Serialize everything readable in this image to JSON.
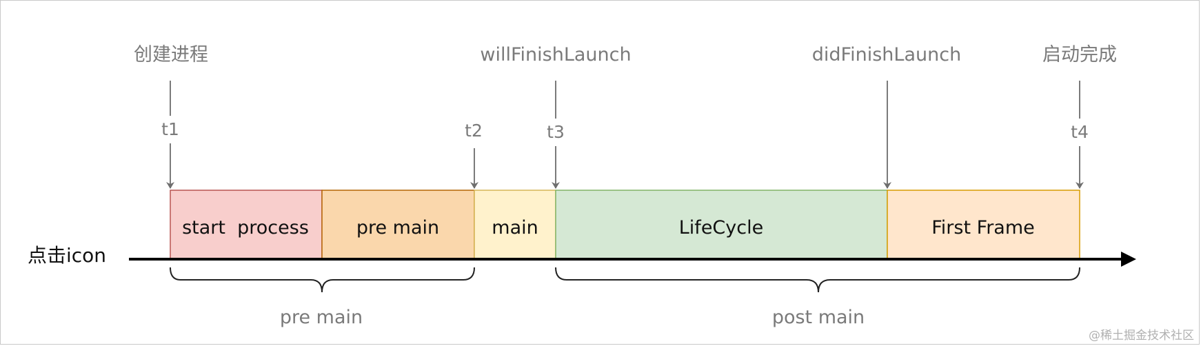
{
  "events": {
    "create_process": "创建进程",
    "will_finish_launch": "willFinishLaunch",
    "did_finish_launch": "didFinishLaunch",
    "launch_complete": "启动完成"
  },
  "time_marks": {
    "t1": "t1",
    "t2": "t2",
    "t3": "t3",
    "t4": "t4"
  },
  "axis": {
    "start_label": "点击icon"
  },
  "phases": [
    {
      "label": "start  process",
      "fill": "#f8cecc",
      "stroke": "#b85450"
    },
    {
      "label": "pre main",
      "fill": "#fad7ac",
      "stroke": "#b46504"
    },
    {
      "label": "main",
      "fill": "#fff2cc",
      "stroke": "#d6b656"
    },
    {
      "label": "LifeCycle",
      "fill": "#d5e8d4",
      "stroke": "#82b366"
    },
    {
      "label": "First Frame",
      "fill": "#ffe6cc",
      "stroke": "#d79b00"
    }
  ],
  "groups": {
    "pre_main": "pre main",
    "post_main": "post main"
  },
  "watermark": "@稀土掘金技术社区",
  "colors": {
    "label_grey": "#7a7a7a",
    "axis": "#000000",
    "arrow": "#7a7a7a"
  }
}
